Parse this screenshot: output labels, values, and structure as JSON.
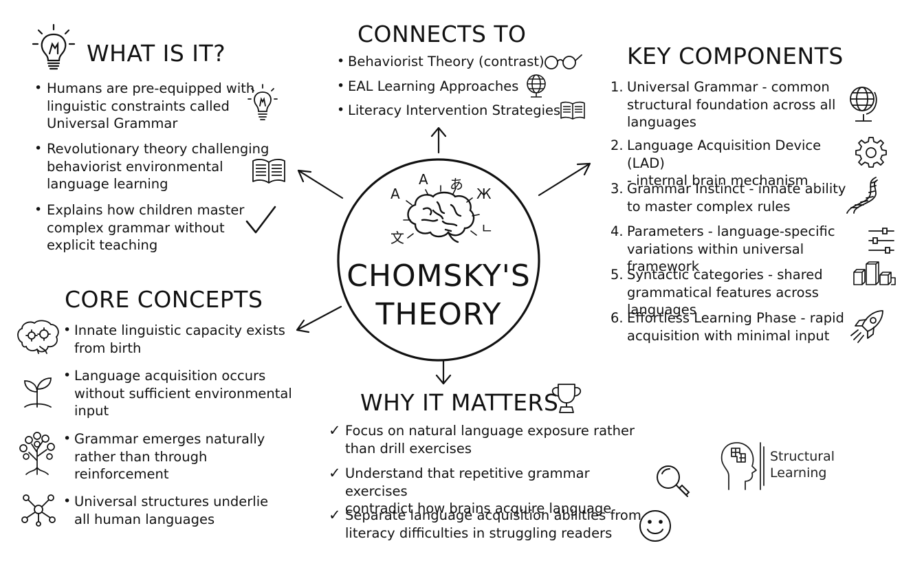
{
  "center": {
    "title_line1": "CHOMSKY'S",
    "title_line2": "THEORY",
    "glyphs": [
      "A",
      "A",
      "あ",
      "Ж",
      "文",
      "ㄴ"
    ]
  },
  "what_is_it": {
    "heading": "WHAT IS IT?",
    "items": [
      {
        "lines": [
          "Humans are pre-equipped with",
          "linguistic constraints called",
          "Universal Grammar"
        ],
        "icon": "lightbulb-icon"
      },
      {
        "lines": [
          "Revolutionary theory challenging",
          "behaviorist environmental",
          "language learning"
        ],
        "icon": "open-book-icon"
      },
      {
        "lines": [
          "Explains how children master",
          "complex grammar without",
          "explicit teaching"
        ],
        "icon": "checkmark-icon"
      }
    ]
  },
  "connects_to": {
    "heading": "CONNECTS TO",
    "items": [
      {
        "text": "Behaviorist Theory (contrast)",
        "icon": "glasses-icon"
      },
      {
        "text": "EAL Learning Approaches",
        "icon": "globe-icon"
      },
      {
        "text": "Literacy Intervention Strategies",
        "icon": "book-icon"
      }
    ]
  },
  "key_components": {
    "heading": "KEY COMPONENTS",
    "items": [
      {
        "num": "1.",
        "lines": [
          "Universal Grammar - common",
          "structural foundation across all",
          "languages"
        ],
        "icon": "globe-icon"
      },
      {
        "num": "2.",
        "lines": [
          "Language Acquisition Device (LAD)",
          "- internal brain mechanism"
        ],
        "icon": "gear-icon"
      },
      {
        "num": "3.",
        "lines": [
          "Grammar Instinct - innate ability",
          "to master complex rules"
        ],
        "icon": "dna-icon"
      },
      {
        "num": "4.",
        "lines": [
          "Parameters - language-specific",
          "variations within universal framework"
        ],
        "icon": "sliders-icon"
      },
      {
        "num": "5.",
        "lines": [
          "Syntactic categories - shared",
          "grammatical features across languages"
        ],
        "icon": "blocks-icon"
      },
      {
        "num": "6.",
        "lines": [
          "Effortless Learning Phase - rapid",
          "acquisition with minimal input"
        ],
        "icon": "rocket-icon"
      }
    ]
  },
  "core_concepts": {
    "heading": "CORE CONCEPTS",
    "items": [
      {
        "lines": [
          "Innate linguistic capacity exists",
          "from birth"
        ],
        "icon": "brain-gears-icon"
      },
      {
        "lines": [
          "Language acquisition occurs",
          "without sufficient environmental",
          "input"
        ],
        "icon": "sprout-icon"
      },
      {
        "lines": [
          "Grammar emerges naturally",
          "rather than through",
          "reinforcement"
        ],
        "icon": "tree-icon"
      },
      {
        "lines": [
          "Universal structures underlie",
          "all human languages"
        ],
        "icon": "network-icon"
      }
    ]
  },
  "why_it_matters": {
    "heading": "WHY IT MATTERS",
    "heading_icon": "trophy-icon",
    "items": [
      {
        "lines": [
          "Focus on natural language exposure rather",
          "than drill exercises"
        ],
        "icon": ""
      },
      {
        "lines": [
          "Understand that repetitive grammar exercises",
          "contradict how brains acquire language"
        ],
        "icon": "magnifier-icon"
      },
      {
        "lines": [
          "Separate language acquisition abilities from",
          "literacy difficulties in struggling readers"
        ],
        "icon": "smiley-icon"
      }
    ]
  },
  "logo": {
    "line1": "Structural",
    "line2": "Learning"
  },
  "symbols": {
    "bullet": "•",
    "check": "✓"
  }
}
